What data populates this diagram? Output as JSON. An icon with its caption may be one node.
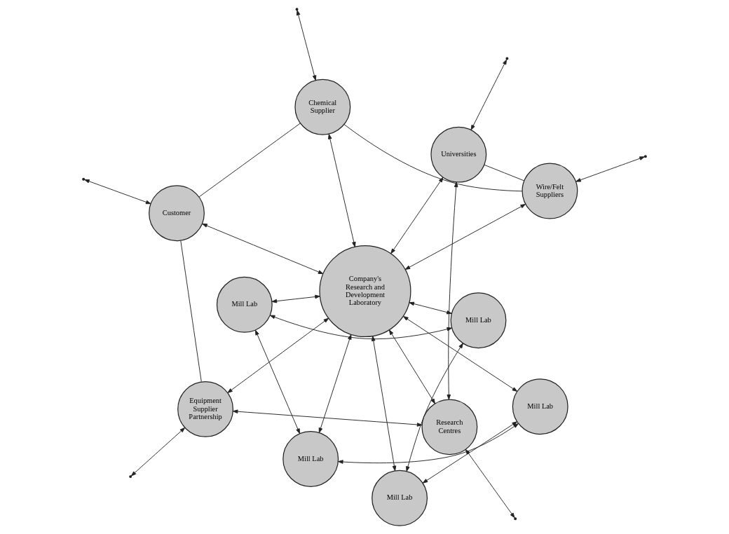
{
  "diagram": {
    "nodes": [
      {
        "text": [
          "Wire/Felt Suppliers"
        ]
      },
      {
        "text": [
          "Mill Lab"
        ]
      },
      {
        "text": [
          "Mill Lab"
        ]
      },
      {
        "text": [
          "Chemical Supplier"
        ]
      },
      {
        "text": [
          "Universities"
        ]
      },
      {
        "text": [
          "Mill Lab"
        ]
      },
      {
        "text": [
          "Company's Research and Development Laboratory"
        ]
      },
      {
        "text": [
          "Mill Lab"
        ]
      },
      {
        "text": [
          "Research Centres"
        ]
      },
      {
        "text": [
          "Customer"
        ]
      },
      {
        "text": [
          "Mill Lab"
        ]
      },
      {
        "text": [
          "Equipment Supplier Partnership"
        ]
      }
    ],
    "edges": [
      {
        "from": 0,
        "to": 4,
        "arrow": "none"
      },
      {
        "from": 0,
        "to": 3,
        "arrow": "none"
      },
      {
        "from": 3,
        "to": 9,
        "arrow": "none"
      },
      {
        "from": 9,
        "to": 11,
        "arrow": "none"
      },
      {
        "from": 11,
        "to": 8,
        "arrow": "both"
      },
      {
        "from": 4,
        "to": 8,
        "arrow": "both"
      },
      {
        "from": 1,
        "to": 2,
        "arrow": "both"
      },
      {
        "from": 2,
        "to": 7,
        "arrow": "both"
      },
      {
        "from": 7,
        "to": 10,
        "arrow": "both"
      },
      {
        "from": 10,
        "to": 5,
        "arrow": "both"
      },
      {
        "from": 5,
        "to": 1,
        "arrow": "both"
      },
      {
        "from": 6,
        "to": 1,
        "arrow": "both"
      },
      {
        "from": 6,
        "to": 2,
        "arrow": "both"
      },
      {
        "from": 6,
        "to": 5,
        "arrow": "both"
      },
      {
        "from": 6,
        "to": 7,
        "arrow": "both"
      },
      {
        "from": 6,
        "to": 10,
        "arrow": "both"
      },
      {
        "from": 6,
        "to": 0,
        "arrow": "both"
      },
      {
        "from": 6,
        "to": 3,
        "arrow": "both"
      },
      {
        "from": 6,
        "to": 4,
        "arrow": "both"
      },
      {
        "from": 6,
        "to": 8,
        "arrow": "both"
      },
      {
        "from": 6,
        "to": 9,
        "arrow": "both"
      },
      {
        "from": 6,
        "to": 11,
        "arrow": "both"
      },
      {
        "from": 0,
        "to": null,
        "arrow": "both"
      },
      {
        "from": 3,
        "to": null,
        "arrow": "both"
      },
      {
        "from": 4,
        "to": null,
        "arrow": "both"
      },
      {
        "from": 8,
        "to": null,
        "arrow": "both"
      },
      {
        "from": 11,
        "to": null,
        "arrow": "both"
      },
      {
        "from": 9,
        "to": null,
        "arrow": "both"
      }
    ]
  }
}
